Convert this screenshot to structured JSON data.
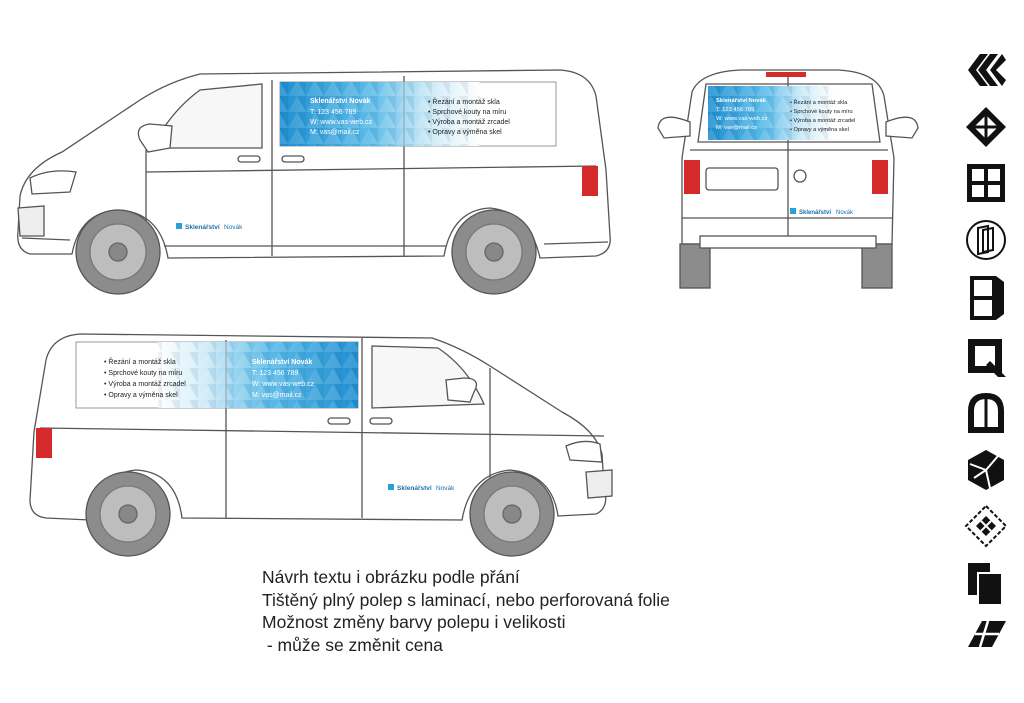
{
  "brand": {
    "company": "Sklenářství Novák",
    "logo_word_bold": "Sklenářství",
    "logo_word_light": "Novák"
  },
  "contact": {
    "phone": "T: 123 456 789",
    "web": "W: www.vas-web.cz",
    "mail": "M: vas@mail.cz"
  },
  "services": [
    "Řezání a montáž skla",
    "Sprchové kouty na míru",
    "Výroba a montáž zrcadel",
    "Opravy a výměna skel"
  ],
  "caption": {
    "line1": "Návrh textu i obrázku podle přání",
    "line2": "Tištěný plný polep s laminací, nebo perforovaná folie",
    "line3": "Možnost změny barvy polepu i velikosti",
    "line4": " - může se změnit cena"
  },
  "colors": {
    "wrap_blue": "#2a9fd8",
    "wrap_light": "#bfe6f7",
    "tail_light": "#d42a2a",
    "icon_black": "#111111"
  },
  "icons": [
    "interlocking-glass-panes-icon",
    "diamond-window-icon",
    "window-frame-icon",
    "glass-sheet-circle-icon",
    "glass-door-icon",
    "q-frame-icon",
    "arched-window-icon",
    "broken-glass-hexagon-icon",
    "diamond-mosaic-icon",
    "layered-panes-icon",
    "parallelogram-grid-icon"
  ]
}
